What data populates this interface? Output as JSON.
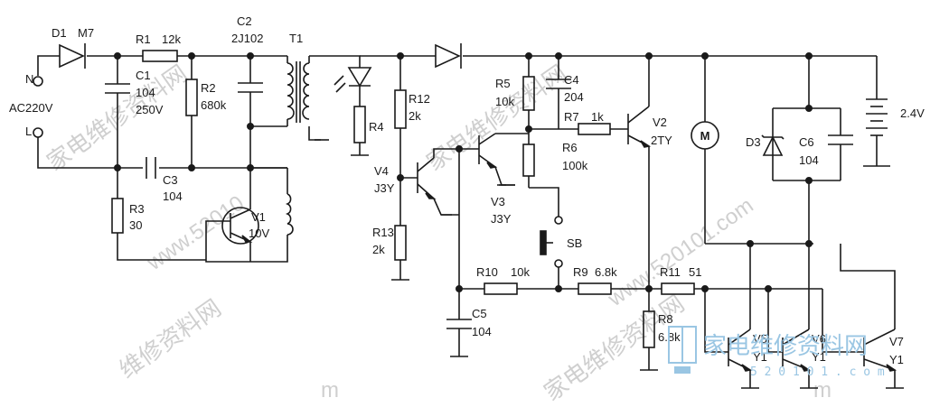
{
  "labels": {
    "D1": "D1",
    "M7": "M7",
    "N": "N",
    "AC": "AC220V",
    "L": "L",
    "R1": "R1",
    "R1v": "12k",
    "C1": "C1",
    "C1v": "104",
    "C1v2": "250V",
    "R2": "R2",
    "R2v": "680k",
    "C2": "C2",
    "C2v": "2J102",
    "T1": "T1",
    "C3": "C3",
    "C3v": "104",
    "R3": "R3",
    "R3v": "30",
    "V1": "V1",
    "V1v": "10V",
    "R4": "R4",
    "R12": "R12",
    "R12v": "2k",
    "V4": "V4",
    "V4v": "J3Y",
    "R13": "R13",
    "R13v": "2k",
    "R5": "R5",
    "R5v": "10k",
    "C4": "C4",
    "C4v": "204",
    "R7": "R7",
    "R7v": "1k",
    "V2": "V2",
    "V2v": "2TY",
    "R6": "R6",
    "R6v": "100k",
    "V3": "V3",
    "V3v": "J3Y",
    "SB": "SB",
    "R10": "R10",
    "R10v": "10k",
    "R9": "R9",
    "R9v": "6.8k",
    "R11": "R11",
    "R11v": "51",
    "C5": "C5",
    "C5v": "104",
    "R8": "R8",
    "R8v": "6.8k",
    "M": "M",
    "D3": "D3",
    "C6": "C6",
    "C6v": "104",
    "BAT": "2.4V",
    "V5": "V5",
    "V5v": "Y1",
    "V6": "V6",
    "V6v": "Y1",
    "V7": "V7",
    "V7v": "Y1"
  },
  "watermark": {
    "cn1": "家电维修资料网",
    "cn2": "家电维修资料网",
    "cn3": "维修资料网",
    "cn4": "家电维修资料网",
    "url1": "www.52010",
    "url2": "www.520101.com",
    "url3": "m",
    "url4": "m",
    "brand": "家电维修资料网",
    "brand_url": "5 2 0 1 0 1 . c o m"
  }
}
